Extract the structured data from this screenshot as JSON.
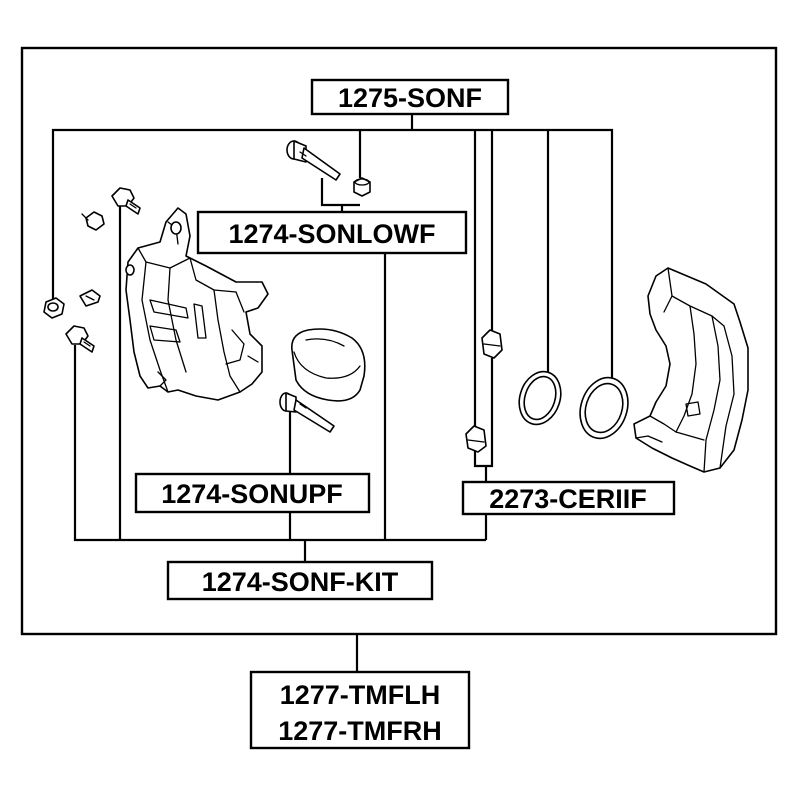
{
  "labels": {
    "caliper_assembly": "1275-SONF",
    "lower_guide_pin": "1274-SONLOWF",
    "upper_guide_pin": "1274-SONUPF",
    "repair_kit": "1274-SONF-KIT",
    "piston_seal_kit": "2273-CERIIF",
    "carrier_left": "1277-TMFLH",
    "carrier_right": "1277-TMFRH"
  }
}
